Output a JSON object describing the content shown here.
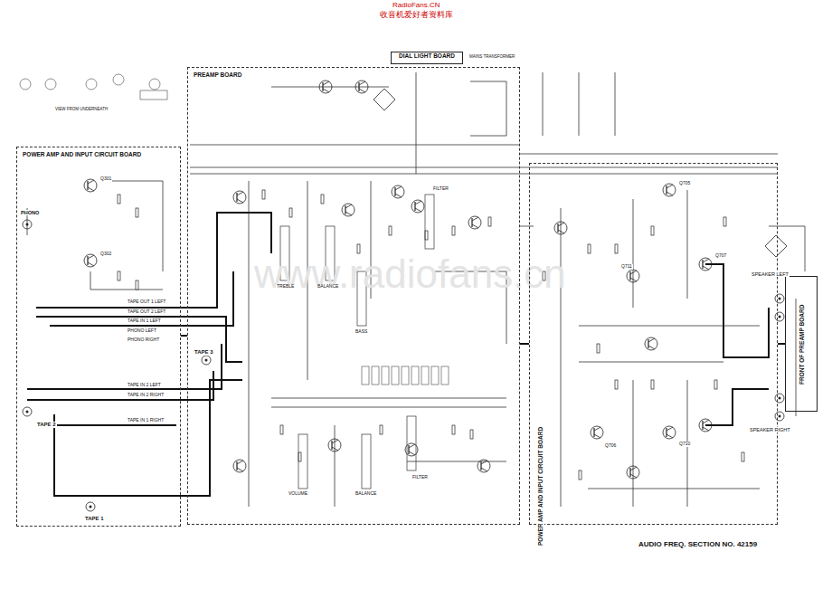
{
  "diagram": {
    "nodes": [
      {
        "text": [
          "POWER AMP AND INPUT CIRCUIT BOARD"
        ]
      },
      {
        "text": [
          "PREAMP BOARD"
        ]
      },
      {
        "text": [
          "DIAL LIGHT BOARD"
        ]
      },
      {
        "text": [
          "POWER AMP AND INPUT CIRCUIT BOARD"
        ]
      },
      {
        "text": [
          "FRONT OF PREAMP BOARD"
        ]
      }
    ],
    "edges": [
      {
        "from": 0,
        "to": 1,
        "arrow": "none"
      },
      {
        "from": 1,
        "to": 3,
        "arrow": "none"
      },
      {
        "from": 3,
        "to": 4,
        "arrow": "none"
      }
    ],
    "labels": [
      "RadioFans.CN",
      "收音机爱好者资料库",
      "www.radiofans.cn",
      "AUDIO FREQ. SECTION NO. 42159",
      "TAPE 1",
      "TAPE 2",
      "TAPE 3",
      "TAPE OUT 1 LEFT",
      "TAPE OUT 2 LEFT",
      "TAPE IN 1 LEFT",
      "PHONO LEFT",
      "PHONO RIGHT",
      "TAPE IN 2 LEFT",
      "TAPE IN 2 RIGHT",
      "TAPE IN 1 RIGHT",
      "SPEAKER LEFT",
      "SPEAKER RIGHT",
      "PHONO",
      "TREBLE",
      "BALANCE",
      "BASS",
      "FILTER",
      "VOLUME",
      "BALANCE",
      "FILTER",
      "Q301",
      "Q302",
      "Q705",
      "Q707",
      "Q711",
      "Q706",
      "Q710",
      "MAINS TRANSFORMER",
      "VIEW FROM UNDERNEATH"
    ]
  }
}
